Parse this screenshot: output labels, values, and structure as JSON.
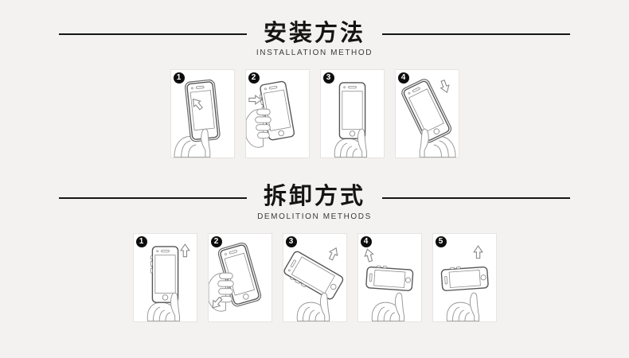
{
  "colors": {
    "background": "#f3f2f0",
    "panel": "#ffffff",
    "accent": "#111111"
  },
  "sections": [
    {
      "title": "安装方法",
      "subtitle": "INSTALLATION METHOD",
      "steps": [
        {
          "number": "1",
          "illustration": "insert-phone-into-frame"
        },
        {
          "number": "2",
          "illustration": "press-side-buttons"
        },
        {
          "number": "3",
          "illustration": "hold-phone-front"
        },
        {
          "number": "4",
          "illustration": "press-top-corner"
        }
      ]
    },
    {
      "title": "拆卸方式",
      "subtitle": "DEMOLITION METHODS",
      "steps": [
        {
          "number": "1",
          "illustration": "hold-phone-both-hands"
        },
        {
          "number": "2",
          "illustration": "pry-bottom-corner"
        },
        {
          "number": "3",
          "illustration": "lift-frame-edge"
        },
        {
          "number": "4",
          "illustration": "separate-frame-flat"
        },
        {
          "number": "5",
          "illustration": "remove-frame-up"
        }
      ]
    }
  ]
}
